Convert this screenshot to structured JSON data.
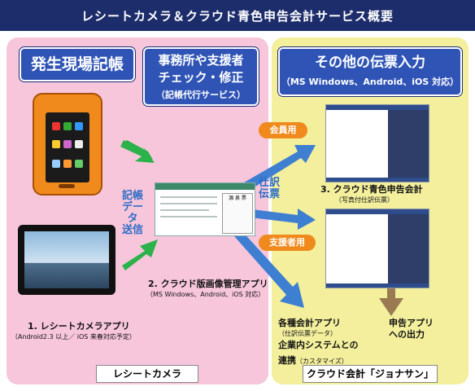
{
  "title": "レシートカメラ＆クラウド青色申告会計サービス概要",
  "left_heading": "発生現場記帳",
  "center_heading": {
    "line1": "事務所や支援者",
    "line2": "チェック・修正",
    "sub": "（記帳代行サービス）"
  },
  "right_heading": {
    "main": "その他の伝票入力",
    "sub": "（MS Windows、Android、iOS 対応）"
  },
  "send_label": [
    "記帳",
    "データ",
    "送信"
  ],
  "journal_label": [
    "仕訳",
    "伝票"
  ],
  "pill_member": "会員用",
  "pill_support": "支援者用",
  "app_caption": "2. クラウド版画像管理アプリ",
  "app_caption_sub": "（MS Windows、Android、iOS 対応）",
  "receipt_app_caption": "1. レシートカメラアプリ",
  "receipt_app_sub": "（Android2.3 以上／ iOS 来春対応予定）",
  "cloud_caption": "3. クラウド青色申告会計",
  "cloud_caption_sub": "（写真付仕訳伝票）",
  "accounting_lines": {
    "l1": "各種会計アプリ",
    "l2": "（仕訳伝票データ）",
    "l3": "企業内システムとの",
    "l4": "連携",
    "l4b": "（カスタマイズ）"
  },
  "tax_output": {
    "l1": "申告アプリ",
    "l2": "への出力"
  },
  "footer_left": "レシートカメラ",
  "footer_right": "クラウド会計「ジョナサン」",
  "app_form_title": "源 泉 票"
}
